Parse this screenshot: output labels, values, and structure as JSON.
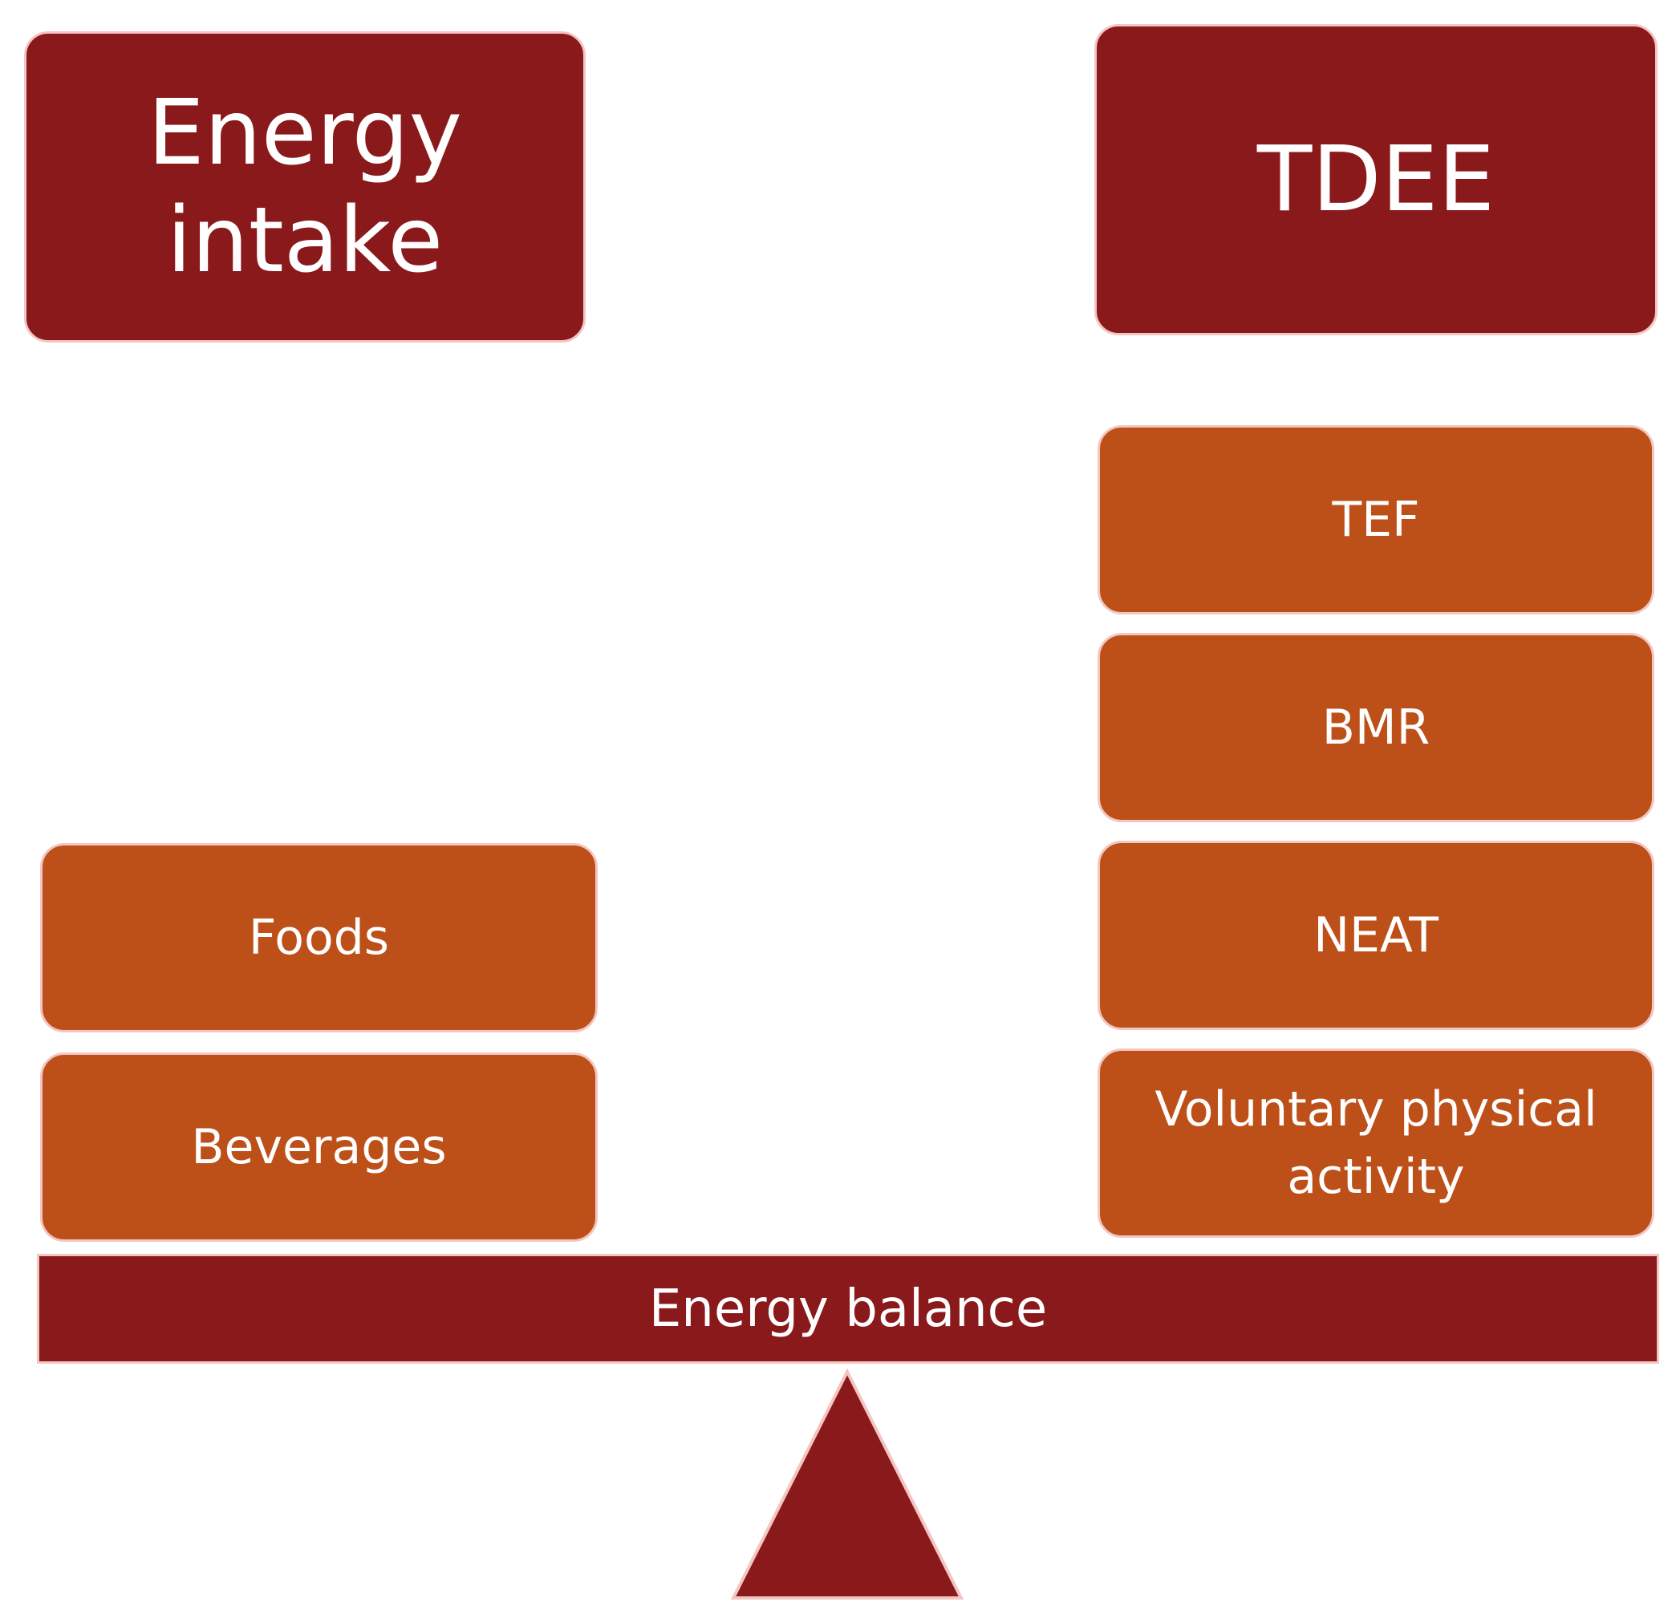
{
  "intake": {
    "title": "Energy intake",
    "items": [
      "Foods",
      "Beverages"
    ]
  },
  "tdee": {
    "title": "TDEE",
    "items": [
      "TEF",
      "BMR",
      "NEAT",
      "Voluntary physical activity"
    ]
  },
  "balance": {
    "label": "Energy balance"
  },
  "colors": {
    "dark_red": "#8a191c",
    "orange": "#bd5019",
    "border": "#f3c6c1"
  }
}
